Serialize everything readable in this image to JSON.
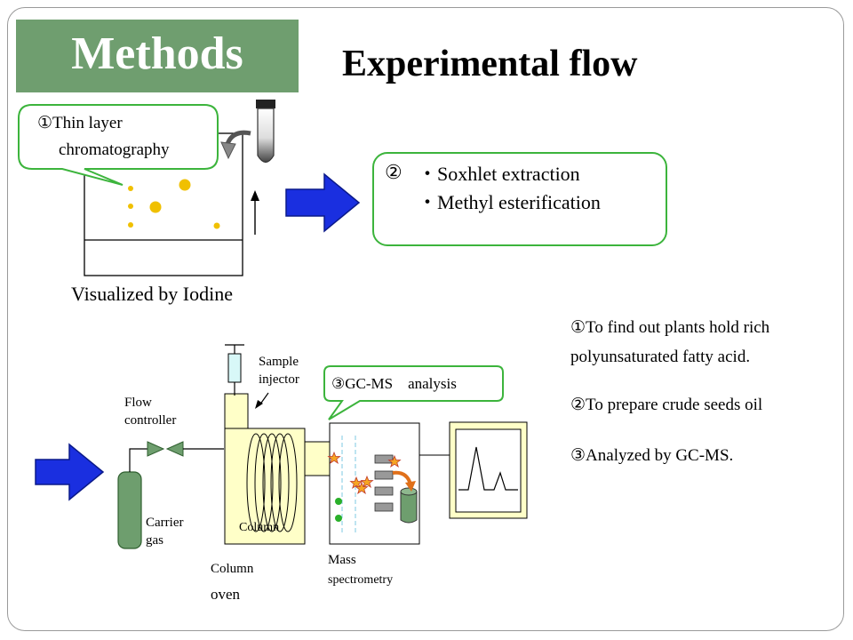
{
  "header": {
    "section_label": "Methods",
    "title": "Experimental flow"
  },
  "tlc": {
    "callout_number": "①",
    "callout_line1": "Thin layer",
    "callout_line2": "chromatography",
    "caption": "Visualized by Iodine"
  },
  "extraction": {
    "number": "②",
    "item1": "・Soxhlet extraction",
    "item2": "・Methyl esterification"
  },
  "gcms": {
    "callout": "③GC-MS　analysis",
    "sample_injector_line1": "Sample",
    "sample_injector_line2": "injector",
    "flow_controller_line1": "Flow",
    "flow_controller_line2": "controller",
    "carrier_gas_line1": "Carrier",
    "carrier_gas_line2": "gas",
    "column": "Column",
    "column_oven_line1": "Column",
    "column_oven_line2": "oven",
    "mass_spec_line1": "Mass",
    "mass_spec_line2": "spectrometry"
  },
  "notes": {
    "note1_line1": "①To find out plants hold rich",
    "note1_line2": "polyunsaturated fatty acid.",
    "note2": "②To prepare crude seeds oil",
    "note3": "③Analyzed by GC-MS."
  },
  "colors": {
    "header_green": "#6f9e6f",
    "callout_border": "#3cb43c",
    "arrow_blue": "#1a2fe0",
    "spot_yellow": "#f0c000",
    "monitor_yellow": "#ffffc8",
    "cylinder_green": "#6e9e6e"
  }
}
